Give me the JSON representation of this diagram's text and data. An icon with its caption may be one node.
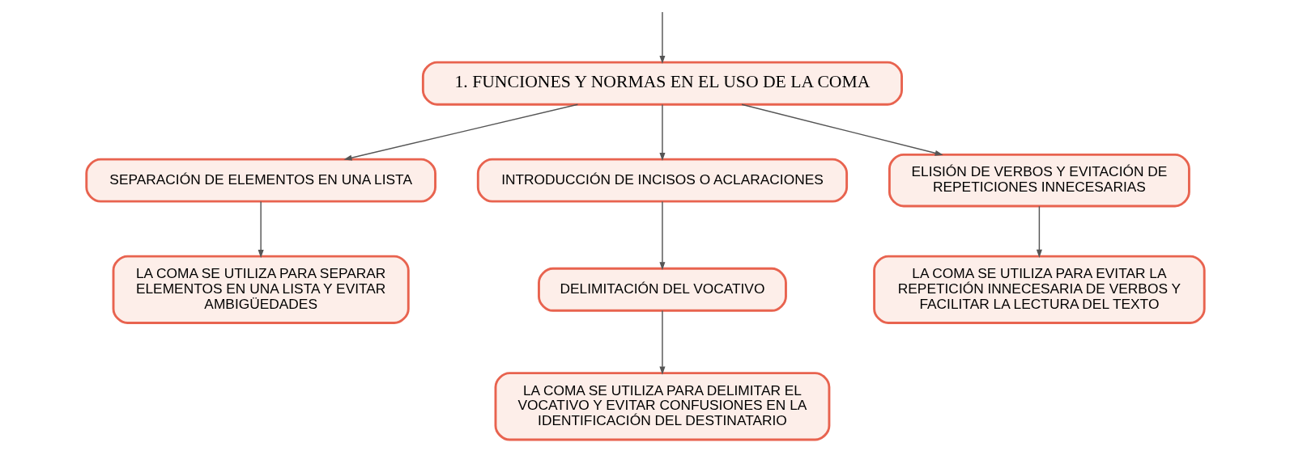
{
  "diagram": {
    "nodes": [
      {
        "text": [
          "1. FUNCIONES Y NORMAS EN EL USO DE LA COMA"
        ]
      },
      {
        "text": [
          "SEPARACIÓN DE ELEMENTOS EN UNA LISTA"
        ]
      },
      {
        "text": [
          "INTRODUCCIÓN DE INCISOS O ACLARACIONES"
        ]
      },
      {
        "text": [
          "ELISIÓN DE VERBOS Y EVITACIÓN DE REPETICIONES INNECESARIAS"
        ]
      },
      {
        "text": [
          "LA COMA SE UTILIZA PARA SEPARAR ELEMENTOS EN UNA LISTA Y EVITAR AMBIGÜEDADES"
        ]
      },
      {
        "text": [
          "DELIMITACIÓN DEL VOCATIVO"
        ]
      },
      {
        "text": [
          "LA COMA SE UTILIZA PARA DELIMITAR EL VOCATIVO Y EVITAR CONFUSIONES EN LA IDENTIFICACIÓN DEL DESTINATARIO"
        ]
      },
      {
        "text": [
          "LA COMA SE UTILIZA PARA EVITAR LA REPETICIÓN INNECESARIA DE VERBOS Y FACILITAR LA LECTURA DEL TEXTO"
        ]
      }
    ],
    "edges": [
      {
        "from": null,
        "to": 0,
        "arrow": "to"
      },
      {
        "from": 0,
        "to": 1,
        "arrow": "to"
      },
      {
        "from": 0,
        "to": 2,
        "arrow": "to"
      },
      {
        "from": 0,
        "to": 3,
        "arrow": "to"
      },
      {
        "from": 1,
        "to": 4,
        "arrow": "to"
      },
      {
        "from": 2,
        "to": 5,
        "arrow": "to"
      },
      {
        "from": 5,
        "to": 6,
        "arrow": "to"
      },
      {
        "from": 3,
        "to": 7,
        "arrow": "to"
      }
    ]
  }
}
